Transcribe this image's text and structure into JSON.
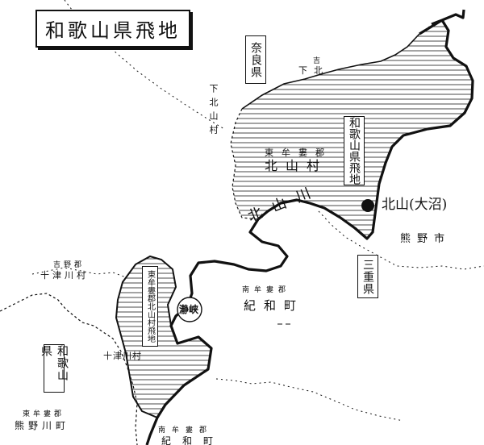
{
  "map": {
    "title": "和歌山県飛地",
    "colors": {
      "ink": "#111111",
      "paper": "#ffffff",
      "hatch": "#333333"
    },
    "boxed_labels": {
      "nara_pref": "奈良県",
      "wakayama_enclave": "和歌山県飛地",
      "mie_pref": "三重県",
      "wakayama_pref": "和歌山県",
      "enclave_south": "東牟婁郡北山村飛地"
    },
    "places": {
      "kitayama_village_dist": "東牟婁郡",
      "kitayama_village": "北山村",
      "kitayama_river": "北山川",
      "kitayama_onuma": "北山(大沼)",
      "kumano_city": "熊野市",
      "shimokitayama_top_furi": "吉",
      "shimokitayama_top": "下北",
      "shimokitayama_side": "下北山村",
      "totsukawa_top_dist": "吉野郡",
      "totsukawa_top": "十津川村",
      "totsukawa_mid": "十津川村",
      "seto_small": "瀞峡",
      "kiwa_dist": "南牟婁郡",
      "kiwa": "紀和町",
      "kumanogawa_dist": "東牟婁郡",
      "kumanogawa": "熊野川町",
      "kiwa_bottom_dist": "南牟婁郡",
      "kiwa_bottom": "紀和町"
    }
  }
}
